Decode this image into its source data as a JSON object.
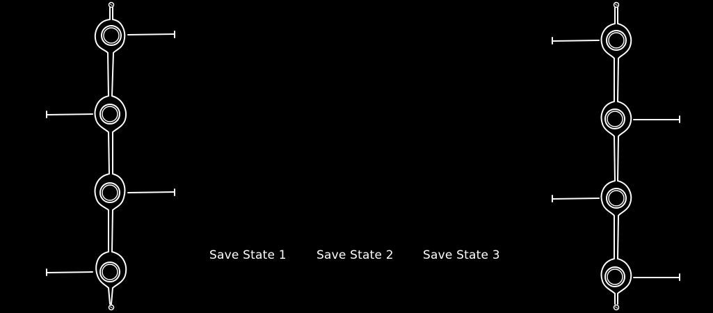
{
  "save_states": [
    {
      "label": "Save State 1"
    },
    {
      "label": "Save State 2"
    },
    {
      "label": "Save State 3"
    }
  ],
  "rails": [
    {
      "side": "left",
      "slot_count": 4,
      "stub_sides": [
        "right",
        "left",
        "right",
        "left"
      ]
    },
    {
      "side": "right",
      "slot_count": 4,
      "stub_sides": [
        "left",
        "right",
        "left",
        "right"
      ]
    }
  ],
  "colors": {
    "background": "#000000",
    "stroke": "#ffffff",
    "text": "#ffffff"
  }
}
